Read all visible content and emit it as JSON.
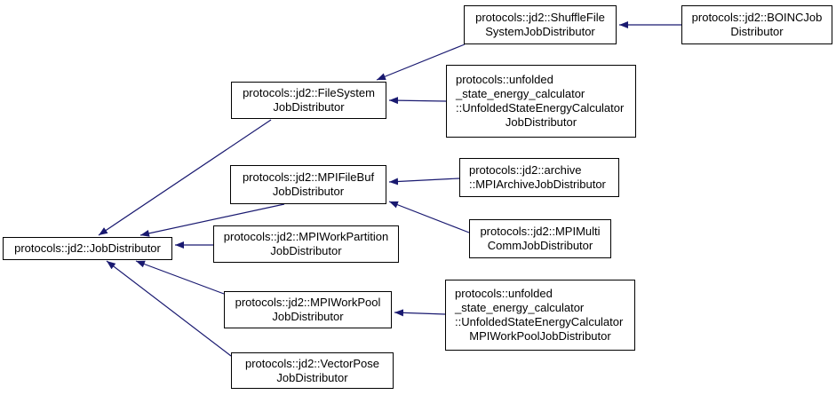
{
  "diagram": {
    "type": "class-inheritance-graph",
    "colors": {
      "background": "#ffffff",
      "node_fill": "#ffffff",
      "node_border": "#000000",
      "text": "#000000",
      "edge": "#191970"
    },
    "nodes": {
      "jd": {
        "lines": [
          "protocols::jd2::JobDistributor"
        ]
      },
      "filesys": {
        "lines": [
          "protocols::jd2::FileSystem",
          "JobDistributor"
        ]
      },
      "shuffle": {
        "lines": [
          "protocols::jd2::ShuffleFile",
          "SystemJobDistributor"
        ]
      },
      "boinc": {
        "lines": [
          "protocols::jd2::BOINCJob",
          "Distributor"
        ]
      },
      "unfolded_jd": {
        "lines": [
          "protocols::unfolded",
          "_state_energy_calculator",
          "::UnfoldedStateEnergyCalculator",
          "JobDistributor"
        ]
      },
      "mpifilebuf": {
        "lines": [
          "protocols::jd2::MPIFileBuf",
          "JobDistributor"
        ]
      },
      "archive": {
        "lines": [
          "protocols::jd2::archive",
          "::MPIArchiveJobDistributor"
        ]
      },
      "mpimulti": {
        "lines": [
          "protocols::jd2::MPIMulti",
          "CommJobDistributor"
        ]
      },
      "workpartition": {
        "lines": [
          "protocols::jd2::MPIWorkPartition",
          "JobDistributor"
        ]
      },
      "workpool": {
        "lines": [
          "protocols::jd2::MPIWorkPool",
          "JobDistributor"
        ]
      },
      "unfolded_wp": {
        "lines": [
          "protocols::unfolded",
          "_state_energy_calculator",
          "::UnfoldedStateEnergyCalculator",
          "MPIWorkPoolJobDistributor"
        ]
      },
      "vectorpose": {
        "lines": [
          "protocols::jd2::VectorPose",
          "JobDistributor"
        ]
      }
    },
    "edges": [
      {
        "from": "boinc",
        "to": "shuffle"
      },
      {
        "from": "shuffle",
        "to": "filesys"
      },
      {
        "from": "unfolded_jd",
        "to": "filesys"
      },
      {
        "from": "filesys",
        "to": "jd"
      },
      {
        "from": "mpifilebuf",
        "to": "jd"
      },
      {
        "from": "archive",
        "to": "mpifilebuf"
      },
      {
        "from": "mpimulti",
        "to": "mpifilebuf"
      },
      {
        "from": "workpartition",
        "to": "jd"
      },
      {
        "from": "workpool",
        "to": "jd"
      },
      {
        "from": "unfolded_wp",
        "to": "workpool"
      },
      {
        "from": "vectorpose",
        "to": "jd"
      }
    ]
  }
}
